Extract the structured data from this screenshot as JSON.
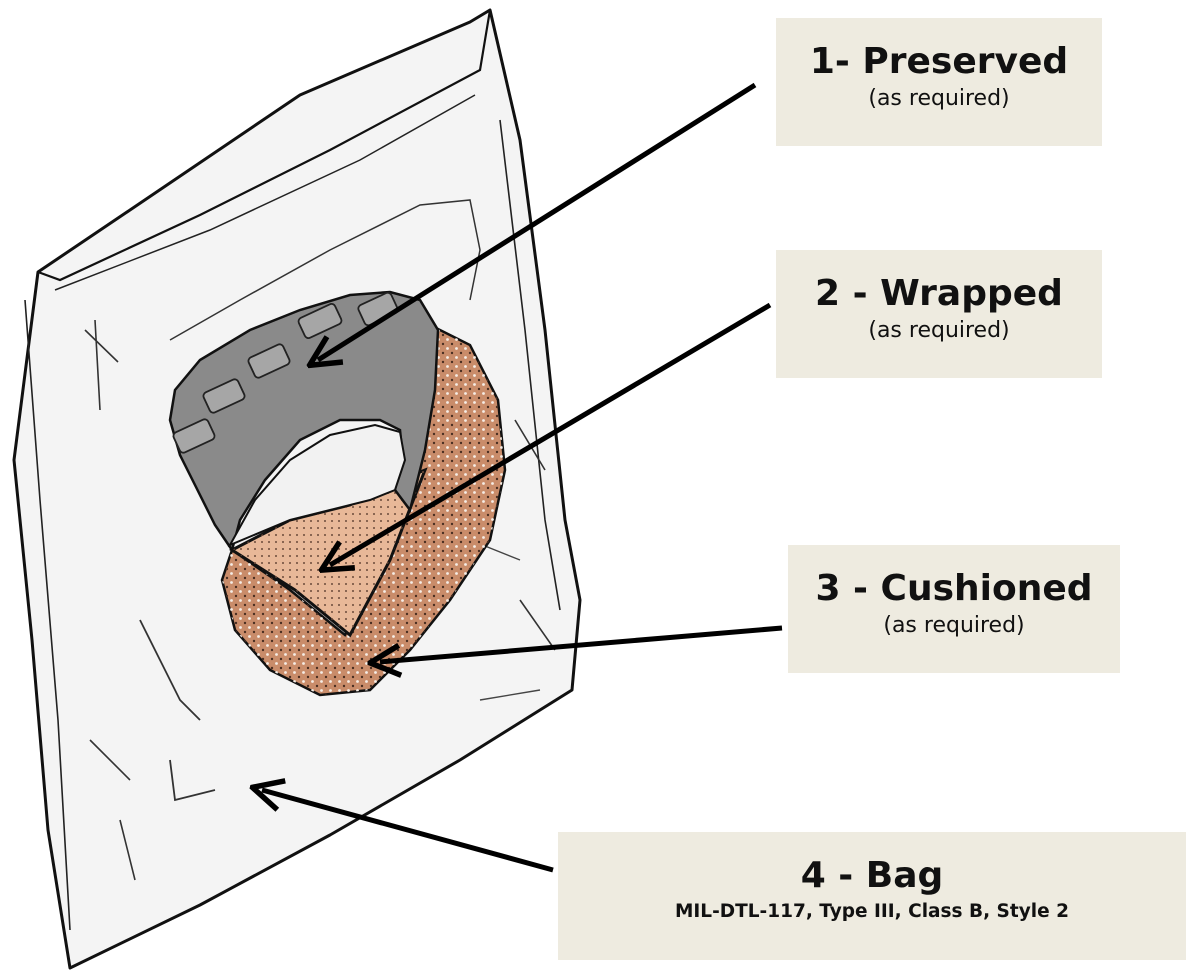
{
  "callouts": [
    {
      "number": "1",
      "title": "1- Preserved",
      "subtitle": "(as required)"
    },
    {
      "number": "2",
      "title": "2 - Wrapped",
      "subtitle": "(as required)"
    },
    {
      "number": "3",
      "title": "3 - Cushioned",
      "subtitle": "(as required)"
    },
    {
      "number": "4",
      "title": "4 - Bag",
      "subtitle": "MIL-DTL-117, Type III, Class B, Style 2"
    }
  ],
  "colors": {
    "callout_background": "#eeebe0",
    "bag_fill": "#f4f4f4",
    "bag_outline": "#111111",
    "item_gray": "#8a8a8a",
    "wrap_peach": "#e8b898",
    "cushion_tan": "#c98c6a",
    "arrow": "#000000"
  },
  "icons": [
    "bag-illustration",
    "preserved-item-illustration",
    "wrap-illustration",
    "cushion-illustration",
    "arrow"
  ]
}
